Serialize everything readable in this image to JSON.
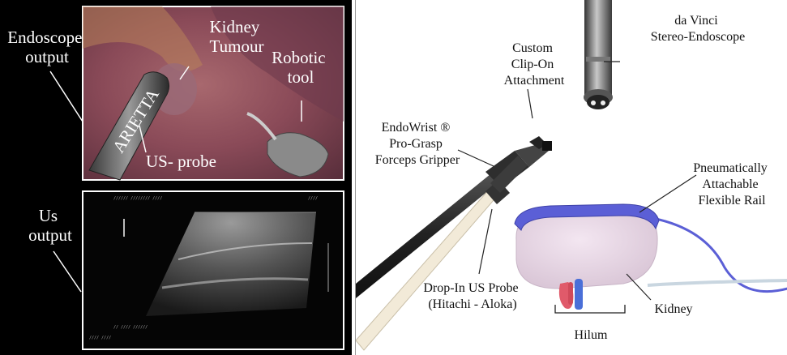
{
  "left_panel": {
    "labels": {
      "endoscope_output": [
        "Endoscope",
        "output"
      ],
      "us_output": [
        "Us",
        "output"
      ],
      "kidney_tumour": [
        "Kidney",
        "Tumour"
      ],
      "robotic_tool": [
        "Robotic",
        "tool"
      ],
      "us_probe": "US- probe",
      "probe_brand": "ARIETTA"
    }
  },
  "right_panel": {
    "labels": {
      "stereo_endoscope": [
        "da Vinci",
        "Stereo-Endoscope"
      ],
      "clip_on": [
        "Custom",
        "Clip-On",
        "Attachment"
      ],
      "endowrist": [
        "EndoWrist ®",
        "Pro-Grasp",
        "Forceps Gripper"
      ],
      "rail": [
        "Pneumatically",
        "Attachable",
        "Flexible Rail"
      ],
      "drop_in_probe": [
        "Drop-In US Probe",
        "(Hitachi - Aloka)"
      ],
      "kidney": "Kidney",
      "hilum": "Hilum"
    }
  },
  "colors": {
    "rail": "#5b5fd6",
    "kidney": "#e8d6e6",
    "vessel_red": "#e05a6a",
    "vessel_blue": "#4a6fd8"
  }
}
